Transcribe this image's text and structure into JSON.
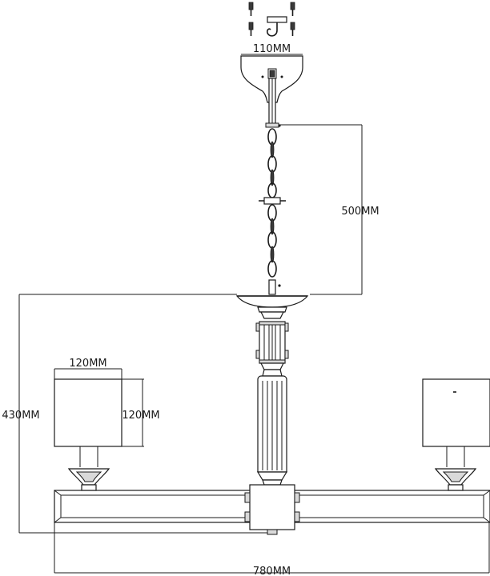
{
  "dimensions": {
    "canopy_width": "110MM",
    "chain_length": "500MM",
    "shade_width": "120MM",
    "shade_height": "120MM",
    "body_height": "430MM",
    "total_width": "780MM"
  }
}
